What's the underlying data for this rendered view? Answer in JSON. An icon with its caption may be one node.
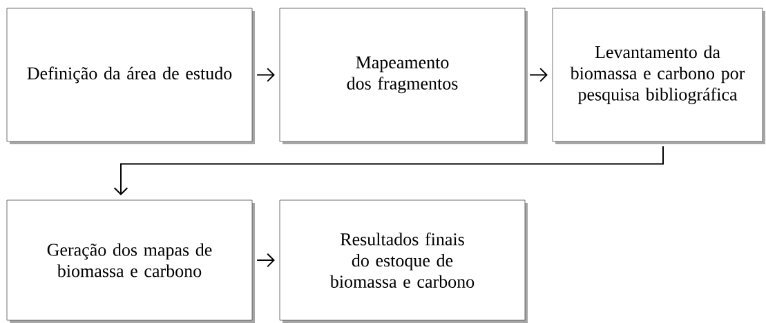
{
  "diagram": {
    "nodes": [
      {
        "text": [
          "Definição da área de estudo"
        ]
      },
      {
        "text": [
          "Mapeamento dos fragmentos"
        ]
      },
      {
        "text": [
          "Levantamento da biomassa e carbono por pesquisa bibliográfica"
        ]
      },
      {
        "text": [
          "Geração dos mapas de biomassa e carbono"
        ]
      },
      {
        "text": [
          "Resultados finais do estoque de biomassa e carbono"
        ]
      }
    ],
    "edges": [
      {
        "from": 0,
        "to": 1,
        "arrow": "to"
      },
      {
        "from": 1,
        "to": 2,
        "arrow": "to"
      },
      {
        "from": 2,
        "to": 3,
        "arrow": "to"
      },
      {
        "from": 3,
        "to": 4,
        "arrow": "to"
      }
    ]
  }
}
